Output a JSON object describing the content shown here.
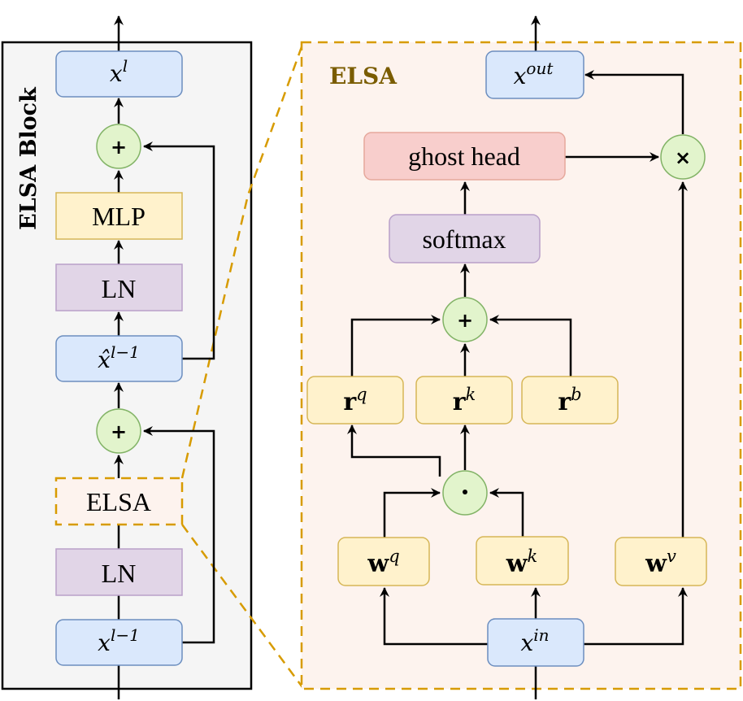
{
  "colors": {
    "blue_fill": "#dae8fc",
    "blue_stroke": "#6c8ebf",
    "yellow_fill": "#fff2cc",
    "yellow_stroke": "#d6b656",
    "purple_fill": "#e1d5e7",
    "purple_stroke": "#9673a6",
    "red_fill": "#f8cecc",
    "red_stroke": "#e0a090",
    "green_fill": "#e2f4cc",
    "green_stroke": "#82b366",
    "block_fill": "#f5f5f5",
    "panel_fill": "#fdf3ee",
    "dash": "#d79b00",
    "elsa_title": "#7a5c00"
  },
  "left_block": {
    "title": "ELSA Block",
    "nodes": {
      "x_l": {
        "base": "x",
        "sup": "l"
      },
      "add_top": "+",
      "mlp": "MLP",
      "ln_top": "LN",
      "x_hat": {
        "base": "x̂",
        "sup": "l−1"
      },
      "add_bottom": "+",
      "elsa": "ELSA",
      "ln_bottom": "LN",
      "x_prev": {
        "base": "x",
        "sup": "l−1"
      }
    }
  },
  "elsa_panel": {
    "title": "ELSA",
    "nodes": {
      "x_out": {
        "base": "x",
        "sup": "out"
      },
      "ghost_head": "ghost head",
      "multiply": "×",
      "softmax": "softmax",
      "add": "+",
      "r_q": {
        "base": "r",
        "sup": "q"
      },
      "r_k": {
        "base": "r",
        "sup": "k"
      },
      "r_b": {
        "base": "r",
        "sup": "b"
      },
      "dot": "·",
      "w_q": {
        "base": "w",
        "sup": "q"
      },
      "w_k": {
        "base": "w",
        "sup": "k"
      },
      "w_v": {
        "base": "w",
        "sup": "v"
      },
      "x_in": {
        "base": "x",
        "sup": "in"
      }
    }
  }
}
